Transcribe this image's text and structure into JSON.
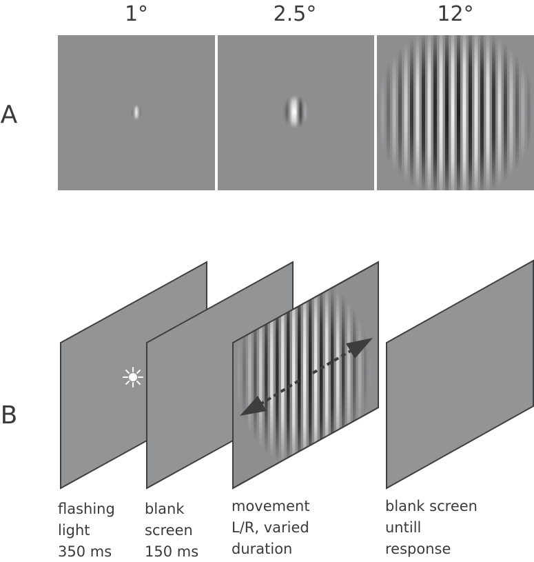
{
  "panel_a": {
    "letter": "A",
    "stimuli": [
      {
        "size_label": "1°"
      },
      {
        "size_label": "2.5°"
      },
      {
        "size_label": "12°"
      }
    ]
  },
  "panel_b": {
    "letter": "B",
    "screens": [
      {
        "caption": [
          "flashing",
          "light",
          "350 ms"
        ]
      },
      {
        "caption": [
          "blank",
          "screen",
          "150 ms"
        ]
      },
      {
        "caption": [
          "movement",
          "L/R, varied",
          "duration"
        ]
      },
      {
        "caption": [
          "blank screen",
          "untill",
          "response"
        ]
      }
    ]
  },
  "colors": {
    "background_gray": "#8d8e90",
    "text": "#3a3a3a",
    "frame_edge": "#3f3f3f",
    "arrow": "#3d3d3d"
  }
}
